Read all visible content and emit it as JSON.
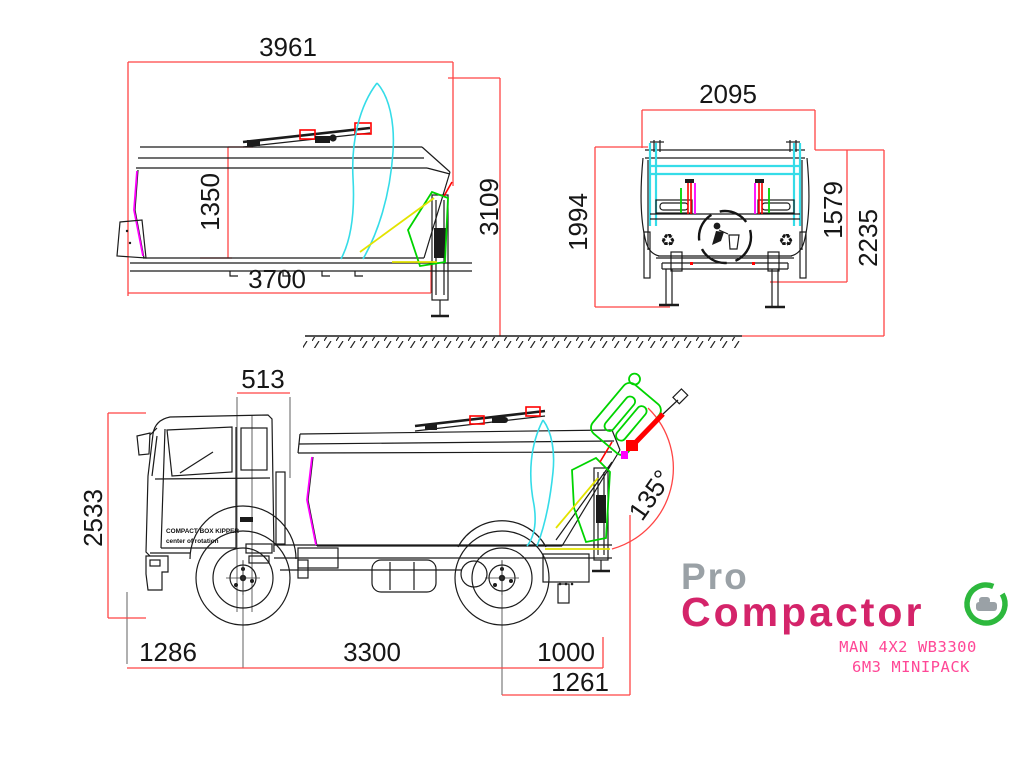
{
  "logo": {
    "pro": "Pro",
    "compactor": "Compactor"
  },
  "model": {
    "line1": "MAN 4X2 WB3300",
    "line2": "6M3 MINIPACK"
  },
  "dims": {
    "side_overall_length": "3961",
    "side_hopper_height": "1350",
    "side_body_length": "3700",
    "side_overall_height": "3109",
    "rear_overall_width": "2095",
    "rear_body_height": "1994",
    "rear_inner_height": "1579",
    "rear_overall_height": "2235",
    "truck_cab_body_gap": "513",
    "truck_cab_height": "2533",
    "truck_front_overhang": "1286",
    "truck_wheelbase": "3300",
    "truck_rear_axle_to_frame": "1000",
    "truck_rear_overhang": "1261",
    "truck_tip_angle": "135°"
  },
  "annotations": {
    "cab_line1": "COMPACT BOX KIPPER",
    "cab_line2": "center of rotation"
  },
  "icons": {
    "recycle": "♻"
  },
  "colors": {
    "dimension_red": "#ff4545",
    "line_black": "#1b1b1b",
    "cyan_overlay": "#35dce8",
    "magenta_overlay": "#ff00ff",
    "green_mechanism": "#00d400",
    "yellow_mechanism": "#e3e300",
    "logo_gray": "#9aa1a6",
    "logo_pink": "#d4246a",
    "model_pink": "#ff4796",
    "eco_ring_green": "#2db83d"
  }
}
